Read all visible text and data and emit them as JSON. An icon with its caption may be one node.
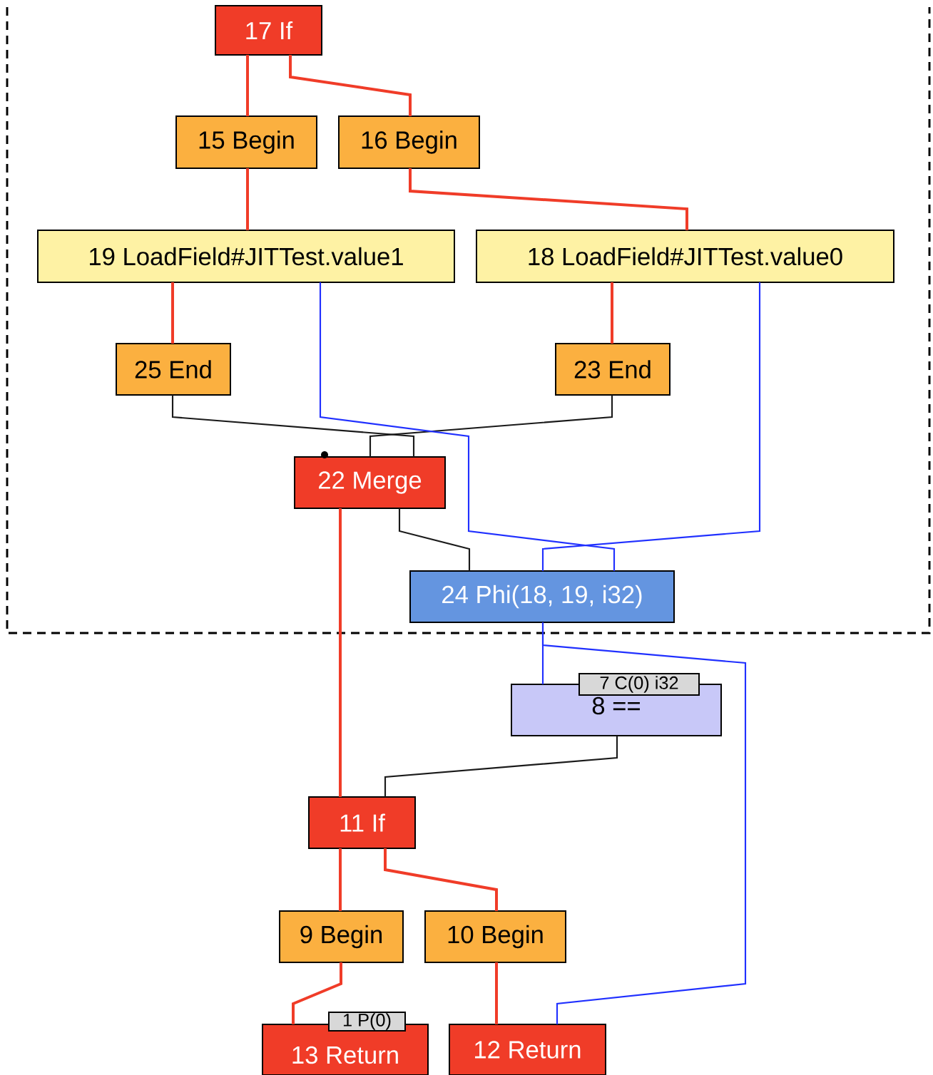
{
  "diagram": {
    "nodes": [
      {
        "text": [
          "17 If"
        ]
      },
      {
        "text": [
          "15 Begin"
        ]
      },
      {
        "text": [
          "16 Begin"
        ]
      },
      {
        "text": [
          "19 LoadField#JITTest.value1"
        ]
      },
      {
        "text": [
          "18 LoadField#JITTest.value0"
        ]
      },
      {
        "text": [
          "25 End"
        ]
      },
      {
        "text": [
          "23 End"
        ]
      },
      {
        "text": [
          "22 Merge"
        ]
      },
      {
        "text": [
          "24 Phi(18, 19, i32)"
        ]
      },
      {
        "text": [
          "8 =="
        ]
      },
      {
        "text": [
          "7 C(0) i32"
        ]
      },
      {
        "text": [
          "11 If"
        ]
      },
      {
        "text": [
          "9 Begin"
        ]
      },
      {
        "text": [
          "10 Begin"
        ]
      },
      {
        "text": [
          "13 Return"
        ]
      },
      {
        "text": [
          "1 P(0)"
        ]
      },
      {
        "text": [
          "12 Return"
        ]
      }
    ],
    "edges": [
      {
        "from": 0,
        "to": 1,
        "arrow": "none"
      },
      {
        "from": 0,
        "to": 2,
        "arrow": "none"
      },
      {
        "from": 1,
        "to": 3,
        "arrow": "none"
      },
      {
        "from": 2,
        "to": 4,
        "arrow": "none"
      },
      {
        "from": 3,
        "to": 5,
        "arrow": "none"
      },
      {
        "from": 4,
        "to": 6,
        "arrow": "none"
      },
      {
        "from": 5,
        "to": 7,
        "arrow": "none",
        "color": "#1a1a1a"
      },
      {
        "from": 6,
        "to": 7,
        "arrow": "none",
        "color": "#1a1a1a"
      },
      {
        "from": 7,
        "to": 8,
        "arrow": "none",
        "color": "#1a1a1a"
      },
      {
        "from": 3,
        "to": 8,
        "arrow": "none",
        "color": "#2030ff"
      },
      {
        "from": 4,
        "to": 8,
        "arrow": "none",
        "color": "#2030ff"
      },
      {
        "from": 8,
        "to": 9,
        "arrow": "none",
        "color": "#2030ff"
      },
      {
        "from": 8,
        "to": 16,
        "arrow": "none",
        "color": "#2030ff"
      },
      {
        "from": 9,
        "to": 11,
        "arrow": "none",
        "color": "#1a1a1a"
      },
      {
        "from": 7,
        "to": 11,
        "arrow": "none"
      },
      {
        "from": 11,
        "to": 12,
        "arrow": "none"
      },
      {
        "from": 11,
        "to": 13,
        "arrow": "none"
      },
      {
        "from": 12,
        "to": 14,
        "arrow": "none"
      },
      {
        "from": 13,
        "to": 16,
        "arrow": "none"
      }
    ]
  }
}
